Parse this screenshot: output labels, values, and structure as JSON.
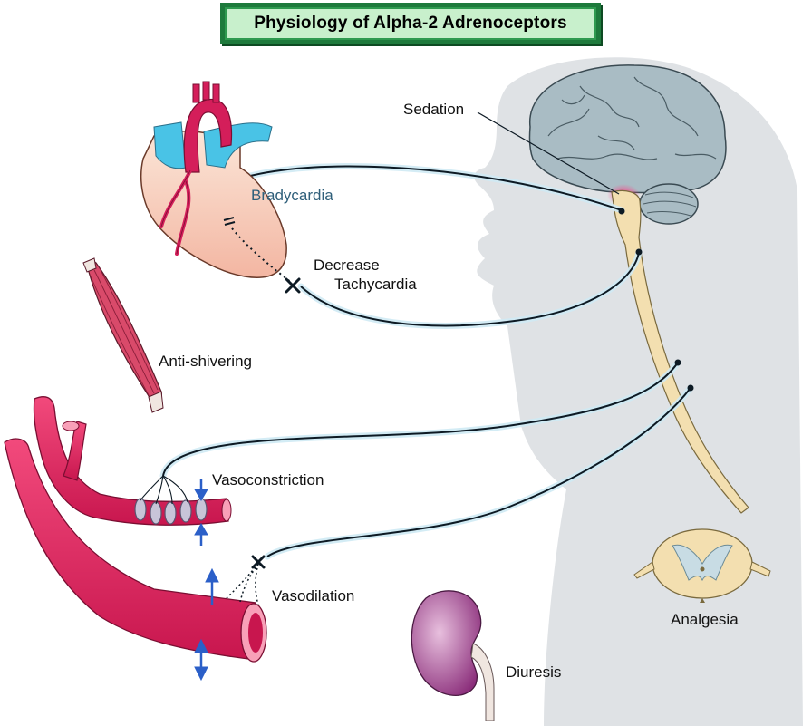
{
  "title": "Physiology of Alpha-2 Adrenoceptors",
  "labels": {
    "sedation": "Sedation",
    "bradycardia": "Bradycardia",
    "decrease": "Decrease",
    "tachycardia": "Tachycardia",
    "anti_shivering": "Anti-shivering",
    "vasoconstriction": "Vasoconstriction",
    "vasodilation": "Vasodilation",
    "analgesia": "Analgesia",
    "diuresis": "Diuresis"
  },
  "colors": {
    "title_outer": "#1e7a3c",
    "title_inner": "#c8f0cc",
    "head": "#d9dde0",
    "brain": "#a9bcc4",
    "spinal_cord": "#f3dfb0",
    "heart": "#f6c6b4",
    "aorta": "#d41e5a",
    "vena_cava": "#49c3e6",
    "vessel": "#e8245f",
    "kidney": "#9a3a86",
    "arrow": "#2b5fc8",
    "nerve": "#0d1a24",
    "nerve_glow": "#cfeaf4"
  }
}
